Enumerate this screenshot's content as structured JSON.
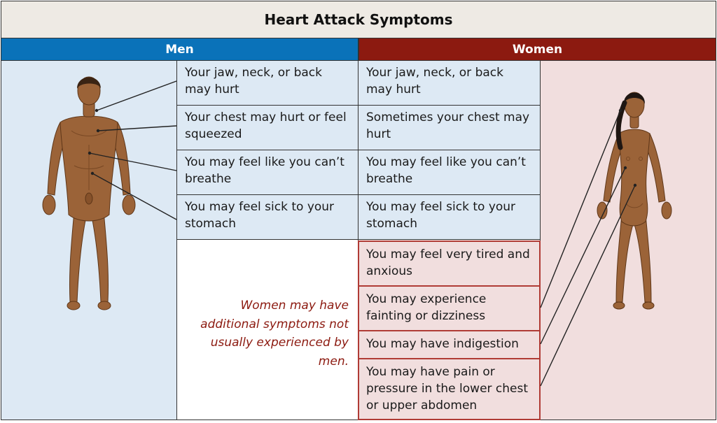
{
  "title": "Heart Attack Symptoms",
  "columns": {
    "men": "Men",
    "women": "Women"
  },
  "shared_symptoms": [
    {
      "men": "Your jaw, neck, or back may hurt",
      "women": "Your jaw, neck, or back may hurt"
    },
    {
      "men": "Your chest may hurt or feel squeezed",
      "women": "Sometimes your chest may hurt"
    },
    {
      "men": "You may feel like you can’t breathe",
      "women": "You may feel like you can’t breathe"
    },
    {
      "men": "You may feel sick to your stomach",
      "women": "You may feel sick to your stomach"
    }
  ],
  "women_extra_symptoms": [
    "You may feel very tired and anxious",
    "You may experience fainting or dizziness",
    "You may have indigestion",
    "You may have pain or pressure in the lower chest or upper abdomen"
  ],
  "note": "Women may have additional symptoms not usually experienced by men.",
  "colors": {
    "men_header": "#0a72b9",
    "women_header": "#8c1a10",
    "men_panel": "#dde9f4",
    "women_panel": "#f1dede",
    "women_extra_border": "#b03b35",
    "note_text": "#8c1a10",
    "skin": "#9b6338"
  }
}
